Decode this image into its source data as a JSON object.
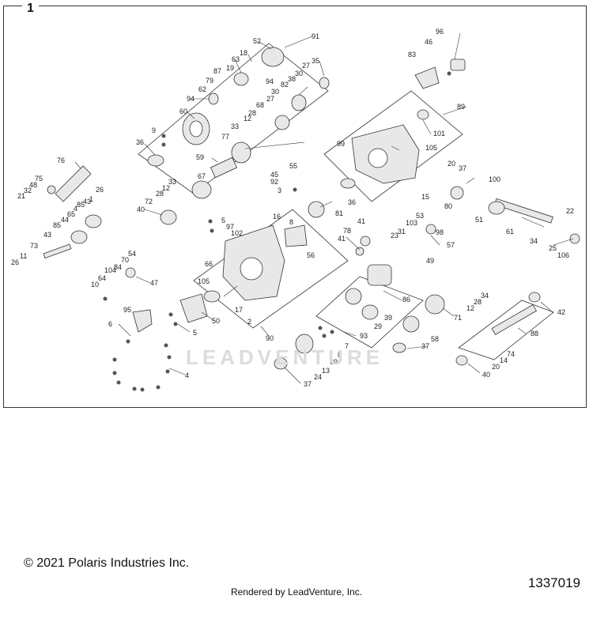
{
  "figure": {
    "number": "1",
    "ref_id": "1337019"
  },
  "copyright": "© 2021 Polaris Industries Inc.",
  "footer": {
    "rendered_by": "Rendered by LeadVenture, Inc."
  },
  "watermark": {
    "text": "LEADVENTURE"
  },
  "colors": {
    "line": "#333333",
    "part_fill": "#e8e8e8",
    "part_dark": "#555555",
    "watermark": "#dcdcdc"
  },
  "callouts": [
    {
      "id": "c1",
      "label": "91"
    },
    {
      "id": "c2",
      "label": "52"
    },
    {
      "id": "c3",
      "label": "18"
    },
    {
      "id": "c4",
      "label": "63"
    },
    {
      "id": "c5",
      "label": "87"
    },
    {
      "id": "c6",
      "label": "19"
    },
    {
      "id": "c7",
      "label": "94"
    },
    {
      "id": "c8",
      "label": "79"
    },
    {
      "id": "c9",
      "label": "62"
    },
    {
      "id": "c10",
      "label": "94"
    },
    {
      "id": "c11",
      "label": "60"
    },
    {
      "id": "c12",
      "label": "38"
    },
    {
      "id": "c13",
      "label": "82"
    },
    {
      "id": "c14",
      "label": "27"
    },
    {
      "id": "c15",
      "label": "35"
    },
    {
      "id": "c16",
      "label": "30"
    },
    {
      "id": "c17",
      "label": "30"
    },
    {
      "id": "c18",
      "label": "68"
    },
    {
      "id": "c19",
      "label": "27"
    },
    {
      "id": "c20",
      "label": "28"
    },
    {
      "id": "c21",
      "label": "12"
    },
    {
      "id": "c22",
      "label": "33"
    },
    {
      "id": "c23",
      "label": "9"
    },
    {
      "id": "c24",
      "label": "77"
    },
    {
      "id": "c25",
      "label": "36"
    },
    {
      "id": "c26",
      "label": "59"
    },
    {
      "id": "c27",
      "label": "96"
    },
    {
      "id": "c28",
      "label": "46"
    },
    {
      "id": "c29",
      "label": "83"
    },
    {
      "id": "c30",
      "label": "89"
    },
    {
      "id": "c31",
      "label": "101"
    },
    {
      "id": "c32",
      "label": "99"
    },
    {
      "id": "c33",
      "label": "105"
    },
    {
      "id": "c34",
      "label": "76"
    },
    {
      "id": "c35",
      "label": "75"
    },
    {
      "id": "c36",
      "label": "48"
    },
    {
      "id": "c37",
      "label": "32"
    },
    {
      "id": "c38",
      "label": "21"
    },
    {
      "id": "c39",
      "label": "67"
    },
    {
      "id": "c40",
      "label": "33"
    },
    {
      "id": "c41",
      "label": "12"
    },
    {
      "id": "c42",
      "label": "28"
    },
    {
      "id": "c43",
      "label": "72"
    },
    {
      "id": "c44",
      "label": "40"
    },
    {
      "id": "c45",
      "label": "55"
    },
    {
      "id": "c46",
      "label": "45"
    },
    {
      "id": "c47",
      "label": "92"
    },
    {
      "id": "c48",
      "label": "3"
    },
    {
      "id": "c49",
      "label": "36"
    },
    {
      "id": "c50",
      "label": "81"
    },
    {
      "id": "c51",
      "label": "20"
    },
    {
      "id": "c52",
      "label": "37"
    },
    {
      "id": "c53",
      "label": "100"
    },
    {
      "id": "c54",
      "label": "15"
    },
    {
      "id": "c55",
      "label": "80"
    },
    {
      "id": "c56",
      "label": "51"
    },
    {
      "id": "c57",
      "label": "61"
    },
    {
      "id": "c58",
      "label": "22"
    },
    {
      "id": "c59",
      "label": "34"
    },
    {
      "id": "c60",
      "label": "25"
    },
    {
      "id": "c61",
      "label": "106"
    },
    {
      "id": "c62",
      "label": "26"
    },
    {
      "id": "c63",
      "label": "1"
    },
    {
      "id": "c64",
      "label": "43"
    },
    {
      "id": "c65",
      "label": "85"
    },
    {
      "id": "c66",
      "label": "44"
    },
    {
      "id": "c67",
      "label": "65"
    },
    {
      "id": "c68",
      "label": "4"
    },
    {
      "id": "c69",
      "label": "85"
    },
    {
      "id": "c70",
      "label": "43"
    },
    {
      "id": "c71",
      "label": "73"
    },
    {
      "id": "c72",
      "label": "11"
    },
    {
      "id": "c73",
      "label": "26"
    },
    {
      "id": "c74",
      "label": "5"
    },
    {
      "id": "c75",
      "label": "97"
    },
    {
      "id": "c76",
      "label": "102"
    },
    {
      "id": "c77",
      "label": "16"
    },
    {
      "id": "c78",
      "label": "8"
    },
    {
      "id": "c79",
      "label": "56"
    },
    {
      "id": "c80",
      "label": "41"
    },
    {
      "id": "c81",
      "label": "78"
    },
    {
      "id": "c82",
      "label": "41"
    },
    {
      "id": "c83",
      "label": "53"
    },
    {
      "id": "c84",
      "label": "103"
    },
    {
      "id": "c85",
      "label": "31"
    },
    {
      "id": "c86",
      "label": "23"
    },
    {
      "id": "c87",
      "label": "98"
    },
    {
      "id": "c88",
      "label": "57"
    },
    {
      "id": "c89",
      "label": "49"
    },
    {
      "id": "c90",
      "label": "54"
    },
    {
      "id": "c91",
      "label": "70"
    },
    {
      "id": "c92",
      "label": "104"
    },
    {
      "id": "c93",
      "label": "84"
    },
    {
      "id": "c94",
      "label": "64"
    },
    {
      "id": "c95",
      "label": "10"
    },
    {
      "id": "c96",
      "label": "47"
    },
    {
      "id": "c97",
      "label": "66"
    },
    {
      "id": "c98",
      "label": "105"
    },
    {
      "id": "c99",
      "label": "17"
    },
    {
      "id": "c100",
      "label": "2"
    },
    {
      "id": "c101",
      "label": "90"
    },
    {
      "id": "c102",
      "label": "95"
    },
    {
      "id": "c103",
      "label": "6"
    },
    {
      "id": "c104",
      "label": "50"
    },
    {
      "id": "c105",
      "label": "5"
    },
    {
      "id": "c106",
      "label": "4"
    },
    {
      "id": "c107",
      "label": "86"
    },
    {
      "id": "c108",
      "label": "39"
    },
    {
      "id": "c109",
      "label": "29"
    },
    {
      "id": "c110",
      "label": "93"
    },
    {
      "id": "c111",
      "label": "7"
    },
    {
      "id": "c112",
      "label": "8"
    },
    {
      "id": "c113",
      "label": "69"
    },
    {
      "id": "c114",
      "label": "13"
    },
    {
      "id": "c115",
      "label": "24"
    },
    {
      "id": "c116",
      "label": "37"
    },
    {
      "id": "c117",
      "label": "71"
    },
    {
      "id": "c118",
      "label": "58"
    },
    {
      "id": "c119",
      "label": "37"
    },
    {
      "id": "c120",
      "label": "34"
    },
    {
      "id": "c121",
      "label": "28"
    },
    {
      "id": "c122",
      "label": "12"
    },
    {
      "id": "c123",
      "label": "42"
    },
    {
      "id": "c124",
      "label": "88"
    },
    {
      "id": "c125",
      "label": "74"
    },
    {
      "id": "c126",
      "label": "14"
    },
    {
      "id": "c127",
      "label": "20"
    },
    {
      "id": "c128",
      "label": "40"
    }
  ]
}
